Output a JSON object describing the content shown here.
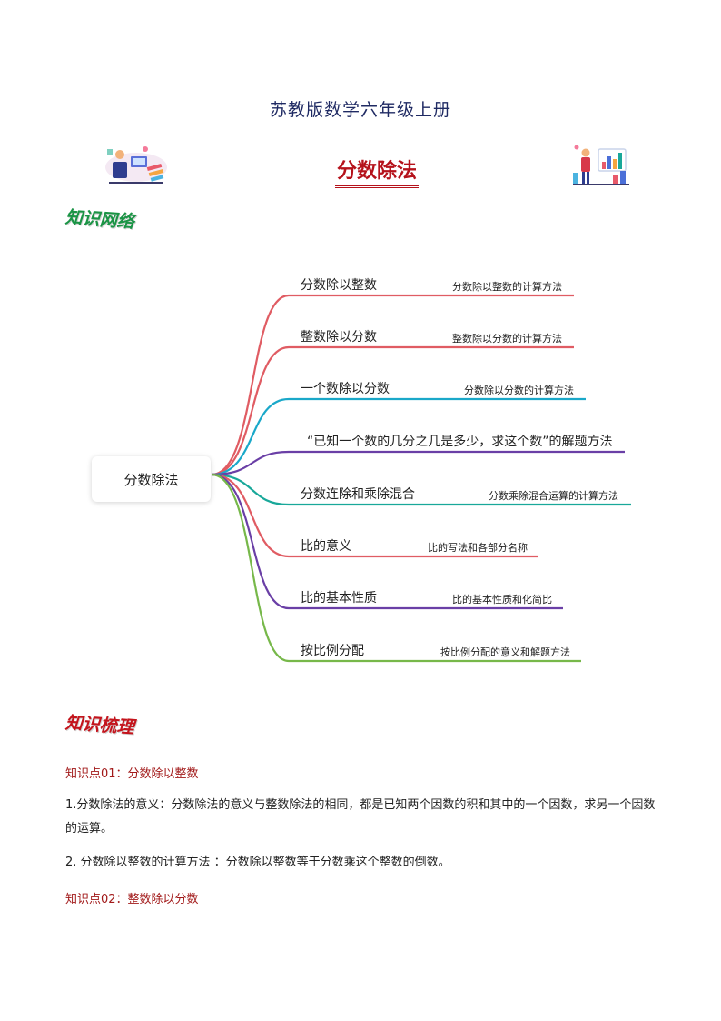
{
  "header": {
    "title": "苏教版数学六年级上册"
  },
  "main_title": "分数除法",
  "sections": {
    "network": "知识网络",
    "sorting": "知识梳理"
  },
  "illustrations": {
    "left": "study-illustration-icon",
    "right": "chart-presenter-illustration-icon"
  },
  "mindmap": {
    "root": "分数除法",
    "colors": {
      "red": "#e05c63",
      "cyan": "#1aa8c9",
      "purple": "#6a3fa6",
      "teal": "#19a89a",
      "green": "#77b84a"
    },
    "branches": [
      {
        "label": "分数除以整数",
        "sub": "分数除以整数的计算方法",
        "color": "#e05c63"
      },
      {
        "label": "整数除以分数",
        "sub": "整数除以分数的计算方法",
        "color": "#e05c63"
      },
      {
        "label": "一个数除以分数",
        "sub": "分数除以分数的计算方法",
        "color": "#1aa8c9"
      },
      {
        "label": "“已知一个数的几分之几是多少，求这个数”的解题方法",
        "sub": "",
        "color": "#6a3fa6"
      },
      {
        "label": "分数连除和乘除混合",
        "sub": "分数乘除混合运算的计算方法",
        "color": "#19a89a"
      },
      {
        "label": "比的意义",
        "sub": "比的写法和各部分名称",
        "color": "#e05c63"
      },
      {
        "label": "比的基本性质",
        "sub": "比的基本性质和化简比",
        "color": "#6a3fa6"
      },
      {
        "label": "按比例分配",
        "sub": "按比例分配的意义和解题方法",
        "color": "#77b84a"
      }
    ]
  },
  "knowledge": {
    "kp1_title": "知识点01：分数除以整数",
    "kp1_items": [
      "1.分数除法的意义：分数除法的意义与整数除法的相同，都是已知两个因数的积和其中的一个因数，求另一个因数的运算。",
      "2. 分数除以整数的计算方法 ：分数除以整数等于分数乘这个整数的倒数。"
    ],
    "kp2_title": "知识点02：整数除以分数"
  }
}
